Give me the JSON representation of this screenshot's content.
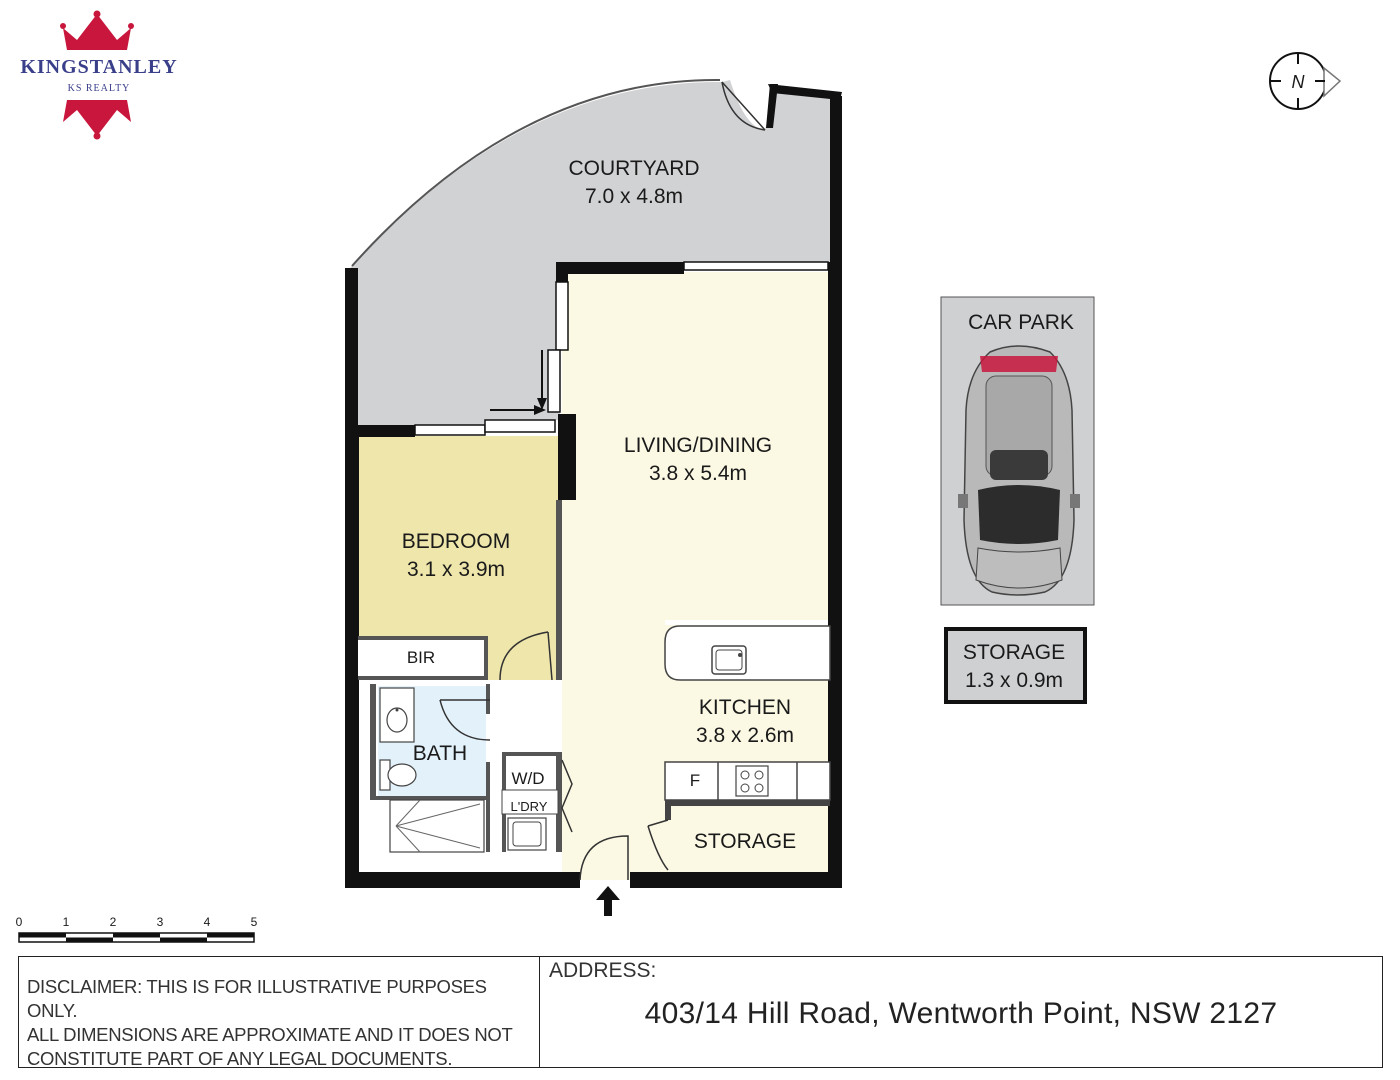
{
  "brand": {
    "name": "KINGSTANLEY",
    "sub": "KS REALTY",
    "color": "#c8163c",
    "text_color": "#3a3f8a"
  },
  "compass": {
    "label": "N"
  },
  "rooms": {
    "courtyard": {
      "name": "COURTYARD",
      "dims": "7.0 x 4.8m"
    },
    "living": {
      "name": "LIVING/DINING",
      "dims": "3.8 x 5.4m"
    },
    "bedroom": {
      "name": "BEDROOM",
      "dims": "3.1 x 3.9m"
    },
    "kitchen": {
      "name": "KITCHEN",
      "dims": "3.8 x 2.6m"
    },
    "storage": {
      "name": "STORAGE"
    },
    "bir": {
      "name": "BIR"
    },
    "bath": {
      "name": "BATH"
    },
    "wd": {
      "name": "W/D"
    },
    "ldry": {
      "name": "L'DRY"
    },
    "fridge": {
      "name": "F"
    }
  },
  "car_park": {
    "name": "CAR PARK"
  },
  "storage_cage": {
    "name": "STORAGE",
    "dims": "1.3 x 0.9m"
  },
  "scale": {
    "ticks": [
      "0",
      "1",
      "2",
      "3",
      "4",
      "5"
    ]
  },
  "colors": {
    "courtyard": "#d1d2d4",
    "living": "#fbf8e3",
    "bedroom": "#efe6ab",
    "bath": "#e3f1fa",
    "wall": "#111111"
  },
  "footer": {
    "disclaimer_lines": [
      "DISCLAIMER: THIS IS FOR ILLUSTRATIVE PURPOSES ONLY.",
      "ALL DIMENSIONS ARE APPROXIMATE AND IT DOES NOT",
      "CONSTITUTE PART OF ANY LEGAL DOCUMENTS."
    ],
    "address_label": "ADDRESS:",
    "address": "403/14 Hill Road, Wentworth Point, NSW 2127"
  }
}
